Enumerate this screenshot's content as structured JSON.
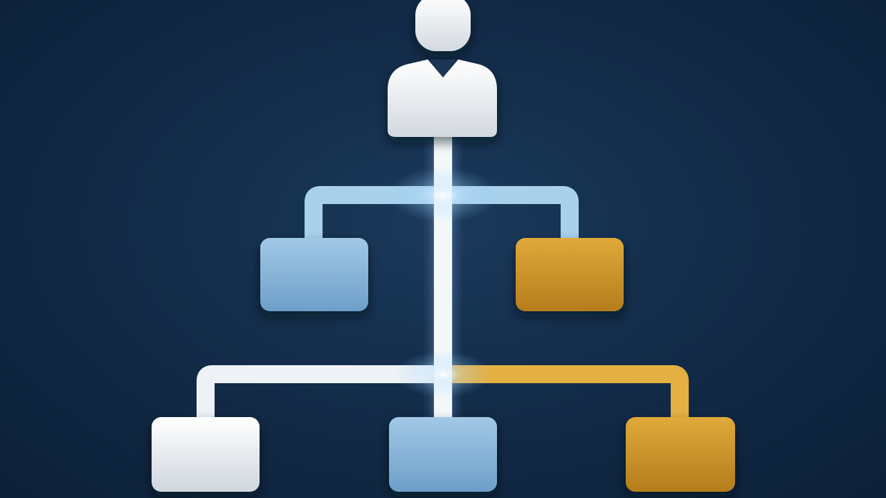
{
  "diagram": {
    "type": "org-chart",
    "root": {
      "icon": "person-icon",
      "color": "#e9eef3"
    },
    "levels": [
      {
        "nodes": [
          {
            "id": "mid-left",
            "color": "#8bb8dc"
          },
          {
            "id": "mid-right",
            "color": "#d29a2c"
          }
        ]
      },
      {
        "nodes": [
          {
            "id": "bottom-left",
            "color": "#eef1f4"
          },
          {
            "id": "bottom-center",
            "color": "#8bb8dc"
          },
          {
            "id": "bottom-right",
            "color": "#d29a2c"
          }
        ]
      }
    ],
    "connectors": {
      "white": "#f2f5f8",
      "blue": "#a9d1ec",
      "gold": "#e4b042"
    },
    "background": [
      "#1b3a5c",
      "#0c2038"
    ]
  }
}
